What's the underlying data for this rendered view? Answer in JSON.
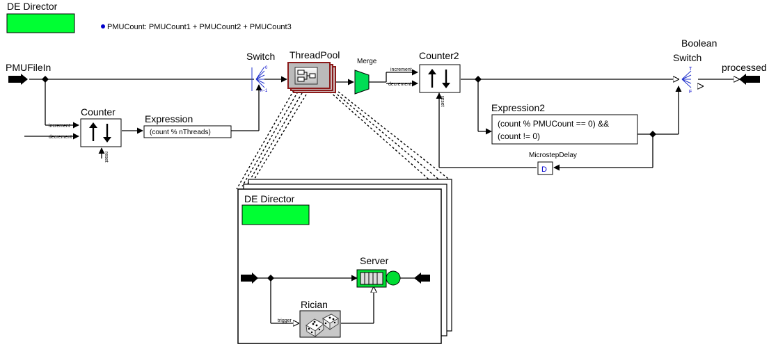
{
  "top_director": {
    "label": "DE Director",
    "color": "#00ff33"
  },
  "parameter": {
    "text": "PMUCount:  PMUCount1 + PMUCount2 + PMUCount3",
    "bullet_color": "#0000cc"
  },
  "ports": {
    "input": "PMUFileIn",
    "output": "processed"
  },
  "actors": {
    "switch": {
      "label": "Switch",
      "port0": "0",
      "portn": "n−1"
    },
    "threadpool": {
      "label": "ThreadPool"
    },
    "merge": {
      "label": "Merge",
      "color": "#00dd55"
    },
    "counter2": {
      "label": "Counter2",
      "increment": "increment",
      "decrement": "decrement",
      "reset": "reset"
    },
    "boolean_switch": {
      "label_line1": "Boolean",
      "label_line2": "Switch",
      "true_port": "T",
      "false_port": "F"
    },
    "counter": {
      "label": "Counter",
      "increment": "increment",
      "decrement": "decrement",
      "reset": "reset"
    },
    "expression": {
      "label": "Expression",
      "text": "(count % nThreads)"
    },
    "expression2": {
      "label": "Expression2",
      "line1": "(count % PMUCount == 0) &&",
      "line2": "(count != 0)"
    },
    "microstep_delay": {
      "label": "MicrostepDelay",
      "icon_text": "D"
    }
  },
  "inner_model": {
    "director": {
      "label": "DE Director",
      "color": "#00ff33"
    },
    "server": {
      "label": "Server",
      "color": "#00dd33"
    },
    "rician": {
      "label": "Rician",
      "trigger": "trigger"
    }
  },
  "colors": {
    "threadpool_border": "#8b1a1a",
    "port_blue": "#0000cc"
  }
}
